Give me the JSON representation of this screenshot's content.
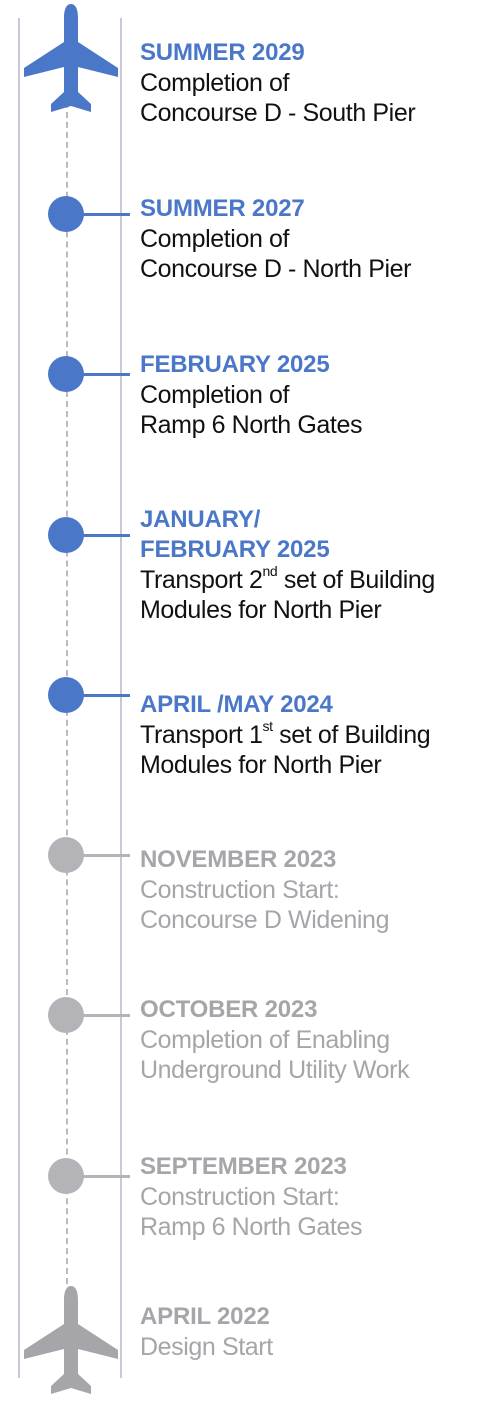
{
  "colors": {
    "completed": "#4a77c8",
    "pending": "#a5a5aa",
    "track": "#c7c9d6"
  },
  "icons": {
    "top": "airplane-icon",
    "bottom": "airplane-icon"
  },
  "timeline": {
    "events": [
      {
        "date": "SUMMER 2029",
        "line1": "Completion of",
        "line2": "Concourse D - South Pier"
      },
      {
        "date": "SUMMER 2027",
        "line1": "Completion of",
        "line2": "Concourse D - North Pier"
      },
      {
        "date": "FEBRUARY 2025",
        "line1": "Completion of",
        "line2": "Ramp 6 North Gates"
      },
      {
        "date_line1": "JANUARY/",
        "date_line2": "FEBRUARY 2025",
        "line1_a": "Transport 2",
        "line1_sup": "nd",
        "line1_b": " set of Building",
        "line2": "Modules for North Pier"
      },
      {
        "date": "APRIL /MAY 2024",
        "line1_a": "Transport 1",
        "line1_sup": "st",
        "line1_b": " set of Building",
        "line2": "Modules for North Pier"
      },
      {
        "date": "NOVEMBER 2023",
        "line1": "Construction Start:",
        "line2": "Concourse D Widening"
      },
      {
        "date": "OCTOBER 2023",
        "line1": "Completion of Enabling",
        "line2": "Underground Utility Work"
      },
      {
        "date": "SEPTEMBER 2023",
        "line1": "Construction Start:",
        "line2": "Ramp 6 North Gates"
      },
      {
        "date": "APRIL 2022",
        "line1": "Design Start"
      }
    ]
  }
}
